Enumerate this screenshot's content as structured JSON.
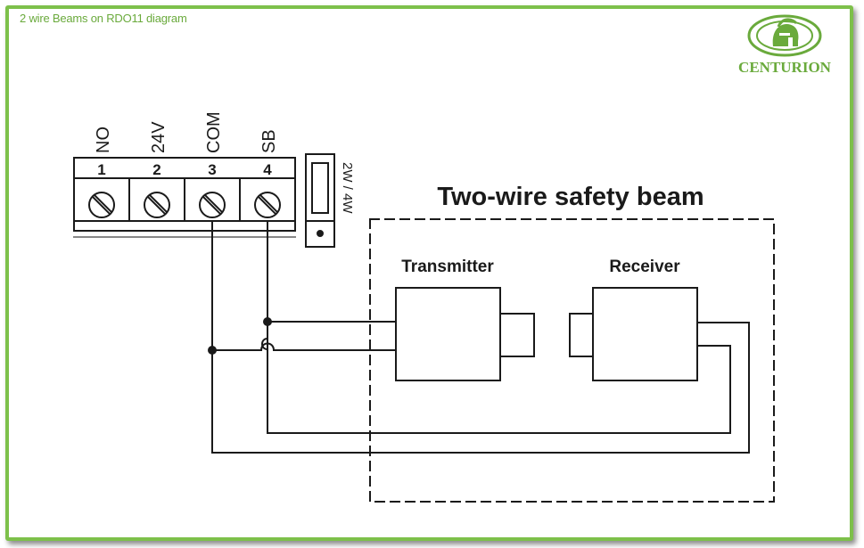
{
  "caption": "2 wire Beams on RDO11 diagram",
  "logo": {
    "name": "CENTURION",
    "icon": "centurion-helmet-logo"
  },
  "colors": {
    "frame": "#7dc04a",
    "brand": "#6aaa3c",
    "ink": "#1a1a1a"
  },
  "terminals": [
    {
      "number": "1",
      "label": "NO"
    },
    {
      "number": "2",
      "label": "24V"
    },
    {
      "number": "3",
      "label": "COM"
    },
    {
      "number": "4",
      "label": "SB"
    }
  ],
  "jumper": {
    "label": "2W / 4W"
  },
  "beam": {
    "title": "Two-wire safety beam",
    "transmitter": "Transmitter",
    "receiver": "Receiver"
  }
}
